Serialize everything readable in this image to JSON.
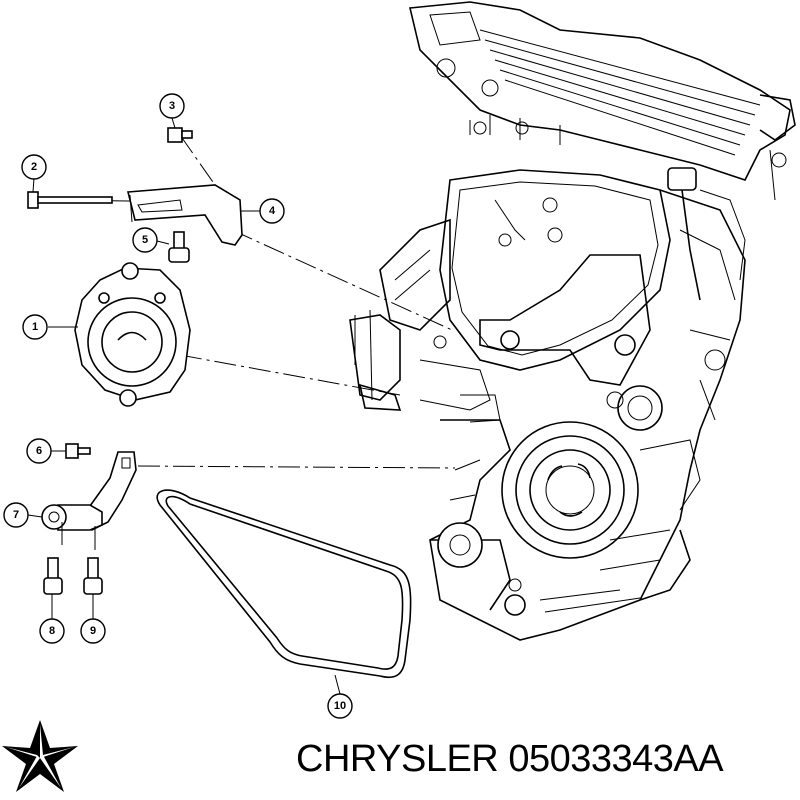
{
  "caption": {
    "brand": "CHRYSLER",
    "part_number": "05033343AA"
  },
  "logo": {
    "name": "pentastar-logo"
  },
  "callouts": [
    {
      "id": "1",
      "label": "1"
    },
    {
      "id": "2",
      "label": "2"
    },
    {
      "id": "3",
      "label": "3"
    },
    {
      "id": "4",
      "label": "4"
    },
    {
      "id": "5",
      "label": "5"
    },
    {
      "id": "6",
      "label": "6"
    },
    {
      "id": "7",
      "label": "7"
    },
    {
      "id": "8",
      "label": "8"
    },
    {
      "id": "9",
      "label": "9"
    },
    {
      "id": "10",
      "label": "10"
    }
  ]
}
